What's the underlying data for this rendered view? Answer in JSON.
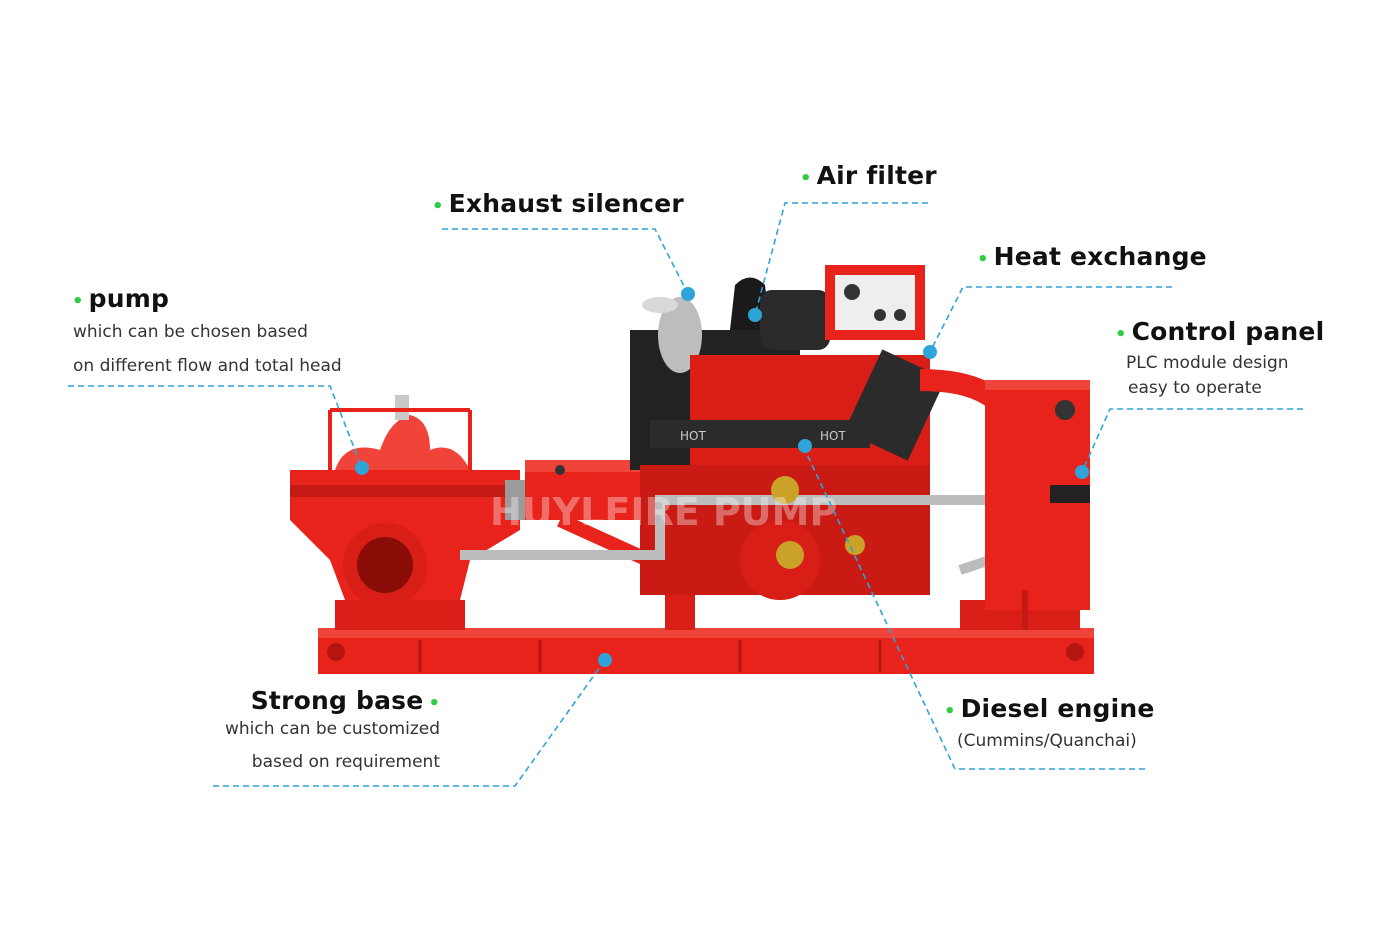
{
  "colors": {
    "accent_dot": "#2ecc40",
    "leader_line": "#2fa4d8",
    "pump_red": "#e8231c",
    "engine_black": "#222222"
  },
  "watermark": "HUYLFIRE PUMP",
  "callouts": {
    "pump": {
      "title": "pump",
      "desc1": "which can be chosen based",
      "desc2": "on different flow and total head"
    },
    "exhaust": {
      "title": "Exhaust silencer"
    },
    "air_filter": {
      "title": "Air filter"
    },
    "heat_exchange": {
      "title": "Heat exchange"
    },
    "control_panel": {
      "title": "Control panel",
      "desc1": "PLC module design",
      "desc2": "easy to operate"
    },
    "diesel": {
      "title": "Diesel engine",
      "desc1": "(Cummins/Quanchai)"
    },
    "base": {
      "title": "Strong base",
      "desc1": "which can be customized",
      "desc2": "based on requirement"
    }
  },
  "engine_marks": [
    "HOT",
    "HOT"
  ]
}
